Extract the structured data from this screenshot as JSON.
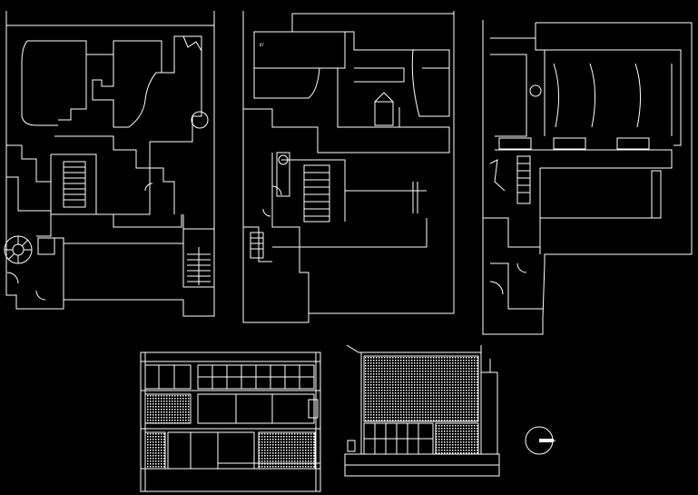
{
  "drawing": {
    "background": "#000000",
    "line_color": "#ffffff",
    "views": [
      {
        "name": "ground-floor-plan",
        "kind": "plan"
      },
      {
        "name": "first-floor-plan",
        "kind": "plan"
      },
      {
        "name": "second-floor-plan",
        "kind": "plan"
      },
      {
        "name": "front-elevation",
        "kind": "elevation"
      },
      {
        "name": "street-elevation",
        "kind": "elevation"
      }
    ],
    "symbols": [
      "north-arrow-icon",
      "stair-icon",
      "spiral-stair-icon",
      "column-circle-icon"
    ],
    "plan_label": "B7"
  }
}
